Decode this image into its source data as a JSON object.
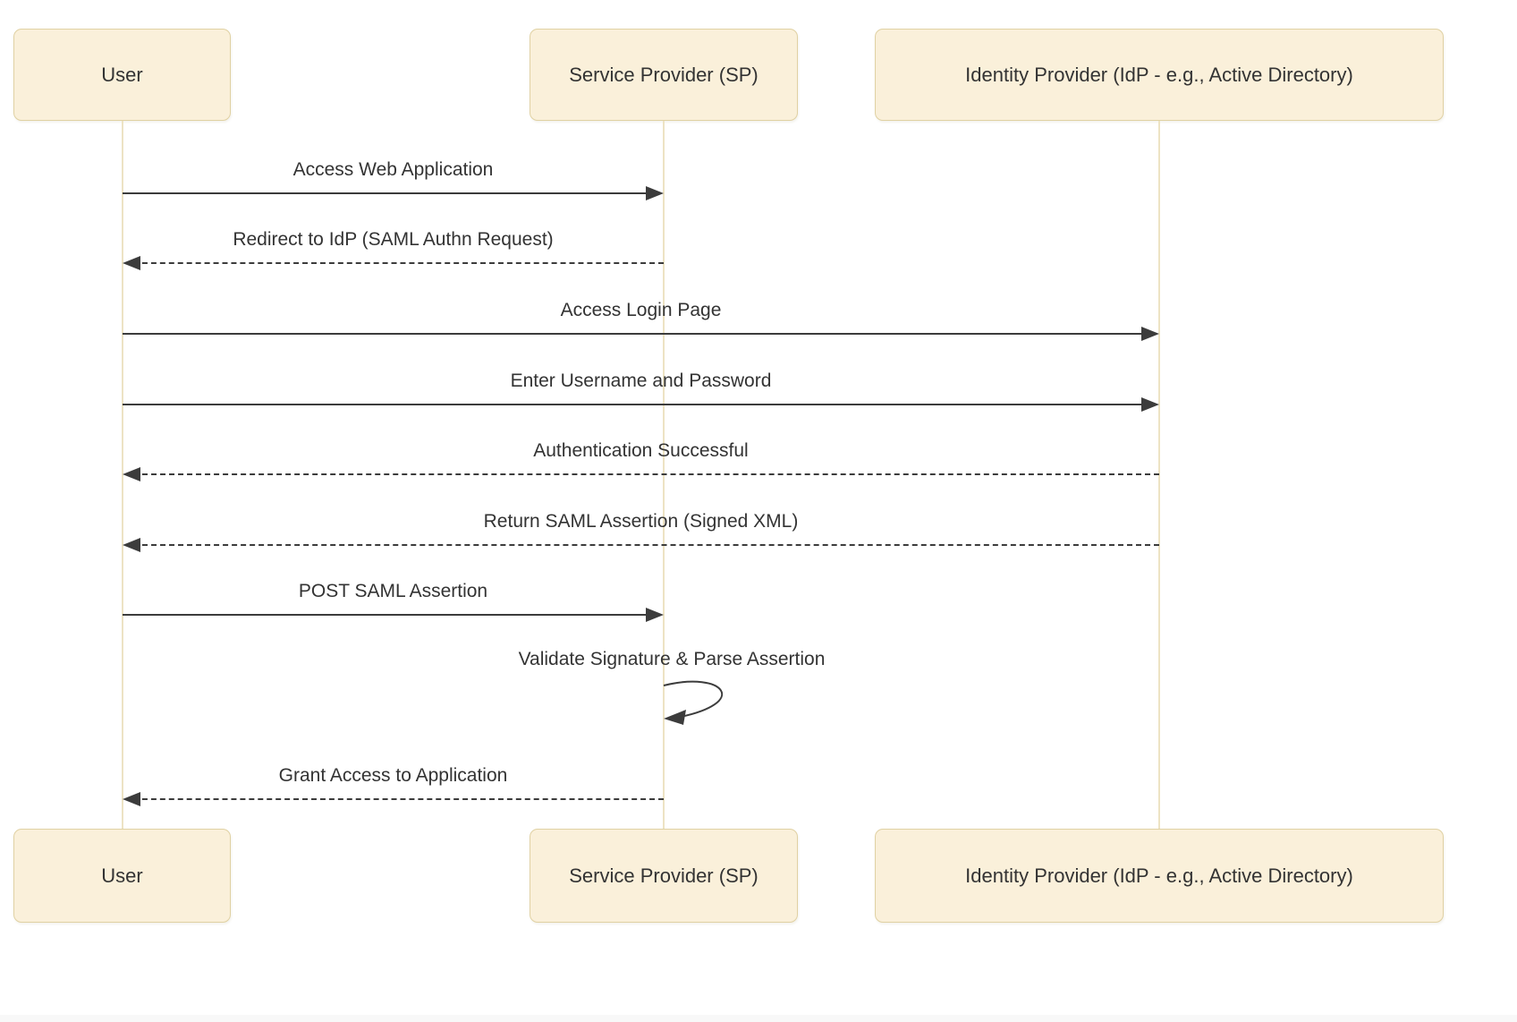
{
  "diagram": {
    "type": "sequence-diagram",
    "actors": [
      {
        "id": "user",
        "label": "User"
      },
      {
        "id": "sp",
        "label": "Service Provider (SP)"
      },
      {
        "id": "idp",
        "label": "Identity Provider (IdP - e.g., Active Directory)"
      }
    ],
    "messages": [
      {
        "from": "user",
        "to": "sp",
        "style": "solid",
        "label": "Access Web Application"
      },
      {
        "from": "sp",
        "to": "user",
        "style": "dashed",
        "label": "Redirect to IdP (SAML Authn Request)"
      },
      {
        "from": "user",
        "to": "idp",
        "style": "solid",
        "label": "Access Login Page"
      },
      {
        "from": "user",
        "to": "idp",
        "style": "solid",
        "label": "Enter Username and Password"
      },
      {
        "from": "idp",
        "to": "user",
        "style": "dashed",
        "label": "Authentication Successful"
      },
      {
        "from": "idp",
        "to": "user",
        "style": "dashed",
        "label": "Return SAML Assertion (Signed XML)"
      },
      {
        "from": "user",
        "to": "sp",
        "style": "solid",
        "label": "POST SAML Assertion"
      },
      {
        "from": "sp",
        "to": "sp",
        "style": "self-loop",
        "label": "Validate Signature & Parse Assertion"
      },
      {
        "from": "sp",
        "to": "user",
        "style": "dashed",
        "label": "Grant Access to Application"
      }
    ],
    "colors": {
      "background": "#ffffff",
      "actor_fill": "#faf0da",
      "actor_border": "#e0d1a3",
      "lifeline": "#ede3c4",
      "arrow": "#3c3c3c",
      "text": "#333333"
    }
  }
}
